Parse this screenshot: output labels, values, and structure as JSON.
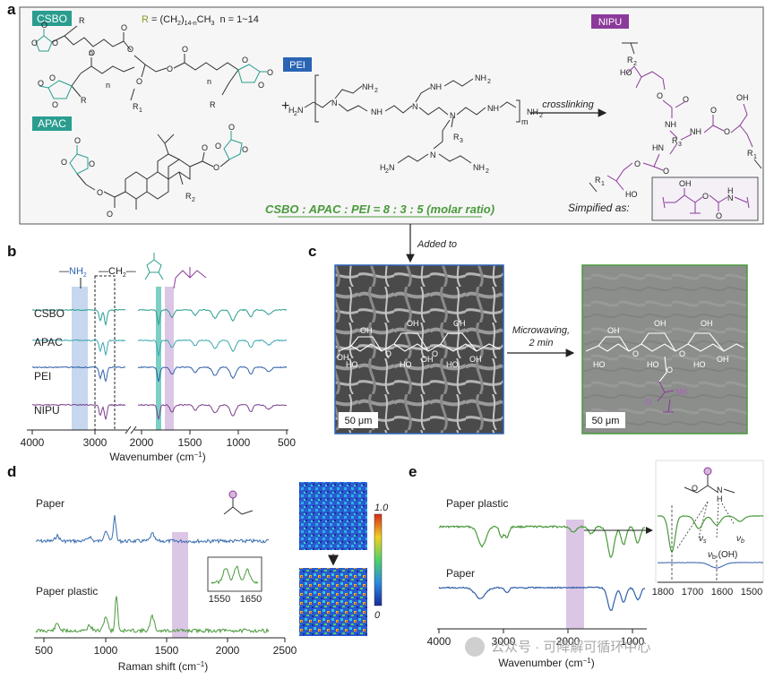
{
  "colors": {
    "teal": "#2a9d8f",
    "blue": "#2a64b4",
    "purple": "#8b3a9a",
    "green": "#4a9a3c",
    "olive": "#8a9a2a",
    "ir_teal": "#2a9d8f",
    "ir_cyan": "#3aa7b0",
    "ir_blue": "#2f5fa8",
    "ir_purple": "#7b3f8f",
    "band_blue": "#c6d7ee",
    "band_teal": "#7ccfc4",
    "band_purple": "#dcc6e6"
  },
  "panel_a": {
    "letter": "a",
    "csbo_tag": "CSBO",
    "apac_tag": "APAC",
    "pei_tag": "PEI",
    "nipu_tag": "NIPU",
    "r_def_prefix": "R",
    "r_def_eq": " = (CH",
    "r_def_sub1": "2",
    "r_def_mid": ")",
    "r_def_sub2": "14-n",
    "r_def_end": "CH",
    "r_def_sub3": "3",
    "r_def_n": "n = 1~14",
    "plus": "+",
    "arrow_label": "crosslinking",
    "ratio": "CSBO : APAC : PEI = 8 : 3 : 5 (molar ratio)",
    "simplified_as": "Simpified as:",
    "atoms": {
      "O": "O",
      "R": "R",
      "R1": "R",
      "R1sub": "1",
      "R2": "R",
      "R2sub": "2",
      "R3": "R",
      "R3sub": "3",
      "n": "n",
      "NH": "NH",
      "N": "N",
      "H2N": "H",
      "H2Nsub": "2",
      "NH2": "NH",
      "NH2sub": "2",
      "HO": "HO",
      "OH": "OH",
      "HN": "HN",
      "H": "H",
      "m": "m"
    }
  },
  "panel_b": {
    "letter": "b",
    "row_labels": [
      "CSBO",
      "APAC",
      "PEI",
      "NIPU"
    ],
    "tag_nh2": "NH",
    "tag_nh2_sub": "2",
    "tag_ch2": "CH",
    "tag_ch2_sub": "2",
    "xlabel": "Wavenumber (cm",
    "xlabel_sup": "−1",
    "xlabel_end": ")",
    "ticks": [
      "4000",
      "3000",
      "2000",
      "1500",
      "1000",
      "500"
    ]
  },
  "panel_c": {
    "letter": "c",
    "added_to": "Added to",
    "microwave_1": "Microwaving,",
    "microwave_2": "2 min",
    "scale_left": "50 μm",
    "scale_right": "50 μm",
    "oh": "OH",
    "ho": "HO",
    "o": "O",
    "nh": "NH"
  },
  "panel_d": {
    "letter": "d",
    "label_paper": "Paper",
    "label_plastic": "Paper plastic",
    "inset_ticks": [
      "1550",
      "1650"
    ],
    "xlabel": "Raman shift (cm",
    "xlabel_sup": "−1",
    "xlabel_end": ")",
    "ticks": [
      "500",
      "1000",
      "1500",
      "2000",
      "2500"
    ],
    "colorbar_max": "1.0",
    "colorbar_min": "0"
  },
  "panel_e": {
    "letter": "e",
    "label_plastic": "Paper plastic",
    "label_paper": "Paper",
    "xlabel": "Wavenumber (cm",
    "xlabel_sup": "−1",
    "xlabel_end": ")",
    "ticks": [
      "4000",
      "3000",
      "2000",
      "1000"
    ],
    "inset_ticks": [
      "1800",
      "1700",
      "1600",
      "1500"
    ],
    "nu_s": "ν",
    "nu_s_sub": "s",
    "nu_b": "ν",
    "nu_b_sub": "b",
    "nu_b_oh": "ν",
    "nu_b_oh_sub": "b",
    "nu_b_oh_end": " (OH)"
  },
  "watermark": "公众号 · 可降解可循环中心"
}
